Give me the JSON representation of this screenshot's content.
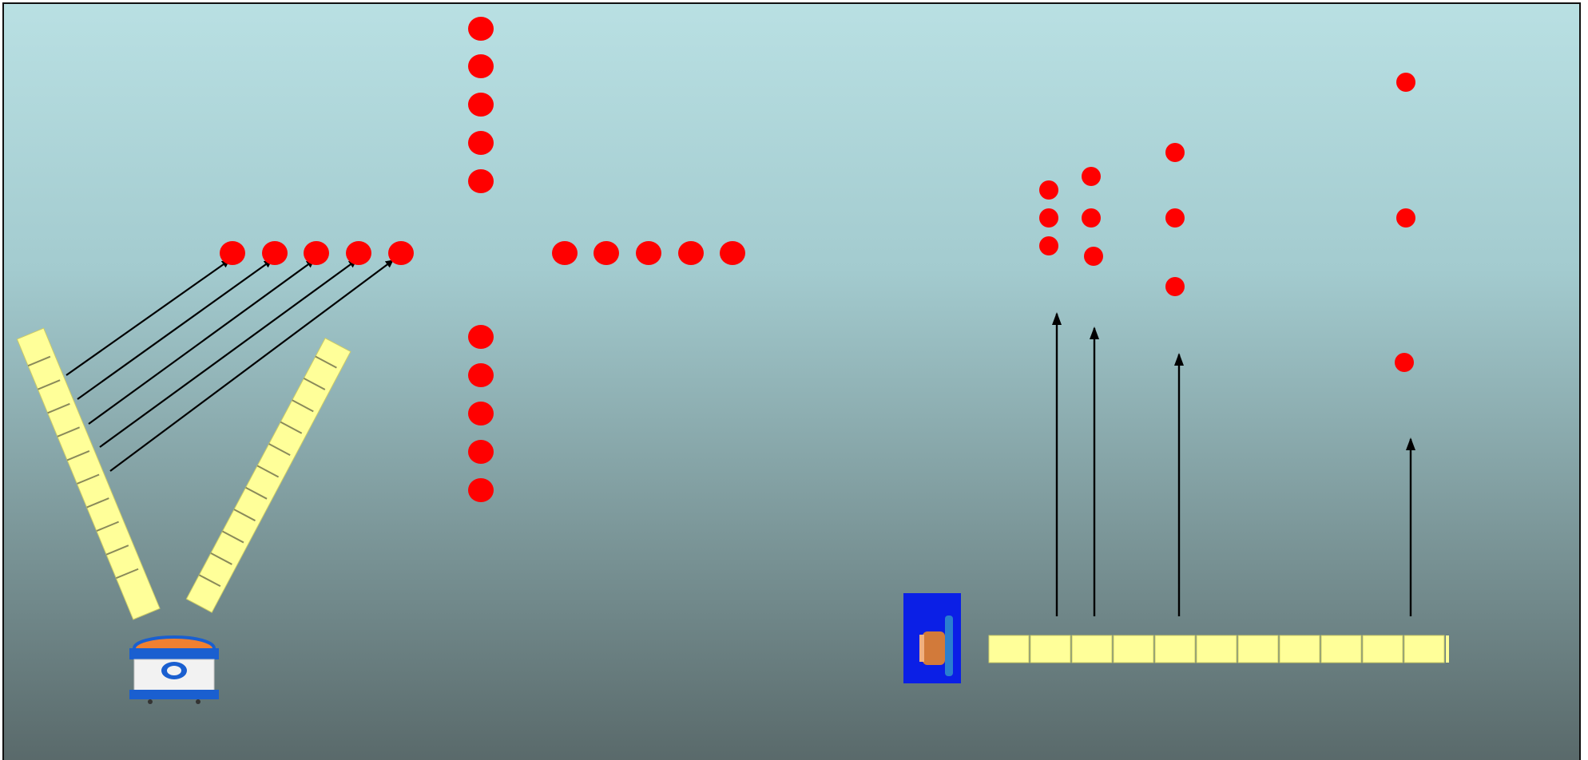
{
  "colors": {
    "background_top": "#b9e0e3",
    "background_bottom": "#59696a",
    "frame": "#111111",
    "dot": "#ff0000",
    "transducer_bar": "#ffff99",
    "bar_outline": "#cccc66",
    "arrow": "#000000",
    "instrument_blue": "#1a5fd0",
    "instrument_body": "#f2f2f2",
    "instrument_cap": "#f08030",
    "icon_background": "#0b1fe6",
    "icon_coil": "#d27a3a"
  },
  "scenes": {
    "left": {
      "description_icon": "multibeam-sonar-icon",
      "transducer_arms": 2,
      "beam_arrows": 5,
      "target_cross_dots": {
        "top_column": 5,
        "bottom_column": 5,
        "left_row": 5,
        "right_row": 5
      }
    },
    "right": {
      "description_icon": "single-transducer-icon",
      "array_segments": 11,
      "beam_arrows": 4,
      "target_dot_groups": [
        3,
        3,
        3,
        3
      ]
    }
  }
}
